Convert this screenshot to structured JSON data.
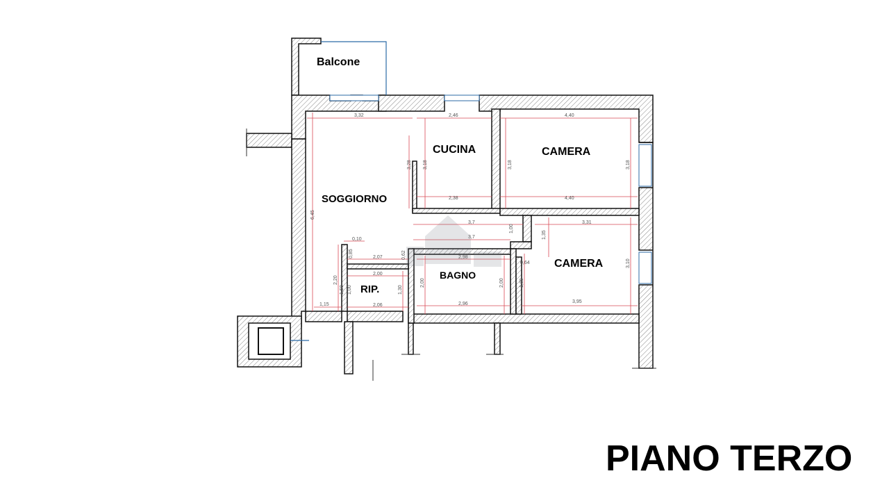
{
  "title": "PIANO TERZO",
  "rooms": {
    "balcone": "Balcone",
    "cucina": "CUCINA",
    "camera_1": "CAMERA",
    "soggiorno": "SOGGIORNO",
    "camera_2": "CAMERA",
    "bagno": "BAGNO",
    "ripostiglio": "RIP."
  },
  "dimensions": {
    "soggiorno_width": "3,32",
    "cucina_width": "2,46",
    "cucina_width_bottom": "2,38",
    "camera1_width": "4,40",
    "camera1_width_bottom": "4,40",
    "soggiorno_height": "6,45",
    "cucina_height": "3,28",
    "cucina_height_inner": "3,18",
    "camera1_height": "3,18",
    "camera1_height_right": "3,18",
    "corridor_1": "3,7",
    "corridor_2": "3,7",
    "corridor_height": "1,00",
    "corridor_side": "1,35",
    "camera2_width": "3,31",
    "camera2_height": "3,10",
    "camera2_bottom": "3,95",
    "camera2_door": "0,64",
    "camera2_inner": "1,89",
    "bagno_width": "2,98",
    "bagno_width_bottom": "2,96",
    "bagno_height_left": "2,00",
    "bagno_height_right": "2,00",
    "rip_width": "2,07",
    "rip_inner": "2,00",
    "rip_bottom": "2,06",
    "rip_height": "1,30",
    "rip_left": "2,20",
    "rip_left_small": "1,00",
    "rip_wall": "0,10",
    "rip_wall_h": "0,85",
    "rip_small": "0,62",
    "entry_width": "1,15",
    "entry_small": "1,50"
  }
}
